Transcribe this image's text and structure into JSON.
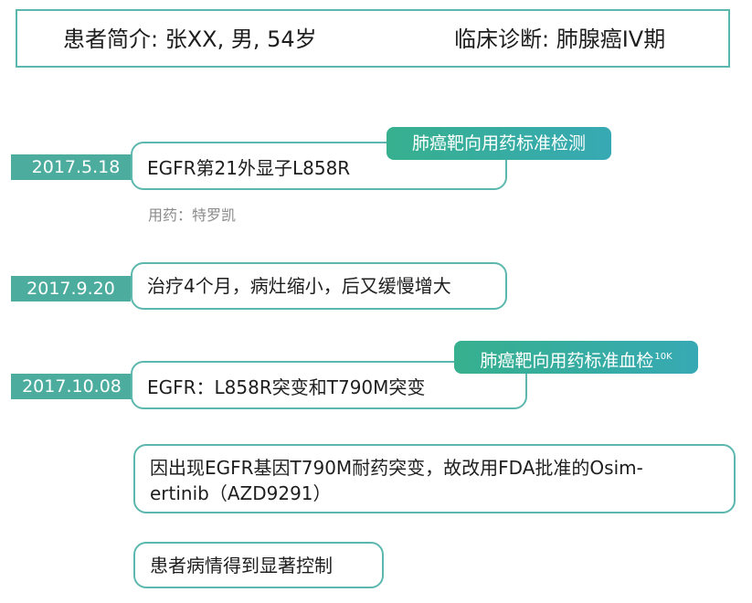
{
  "header": {
    "patient": "患者简介: 张XX, 男, 54岁",
    "diagnosis": "临床诊断: 肺腺癌IV期"
  },
  "events": [
    {
      "date": "2017.5.18",
      "text": "EGFR第21外显子L858R",
      "tag": "肺癌靶向用药标准检测",
      "note": "用药：特罗凯"
    },
    {
      "date": "2017.9.20",
      "text": "治疗4个月，病灶缩小，后又缓慢增大"
    },
    {
      "date": "2017.10.08",
      "text": "EGFR：L858R突变和T790M突变",
      "tag": "肺癌靶向用药标准血检",
      "tag_sup": "10K"
    }
  ],
  "followups": [
    {
      "lines": [
        "因出现EGFR基因T790M耐药突变，故改用FDA批准的Osim-",
        "ertinib（AZD9291）"
      ]
    },
    {
      "lines": [
        "患者病情得到显著控制"
      ]
    }
  ],
  "colors": {
    "accent": "#4cac9e",
    "border": "#5cb8ae",
    "tag_gradient_start": "#36b08e",
    "tag_gradient_end": "#37a9b4",
    "note_text": "#8a8a8a"
  }
}
